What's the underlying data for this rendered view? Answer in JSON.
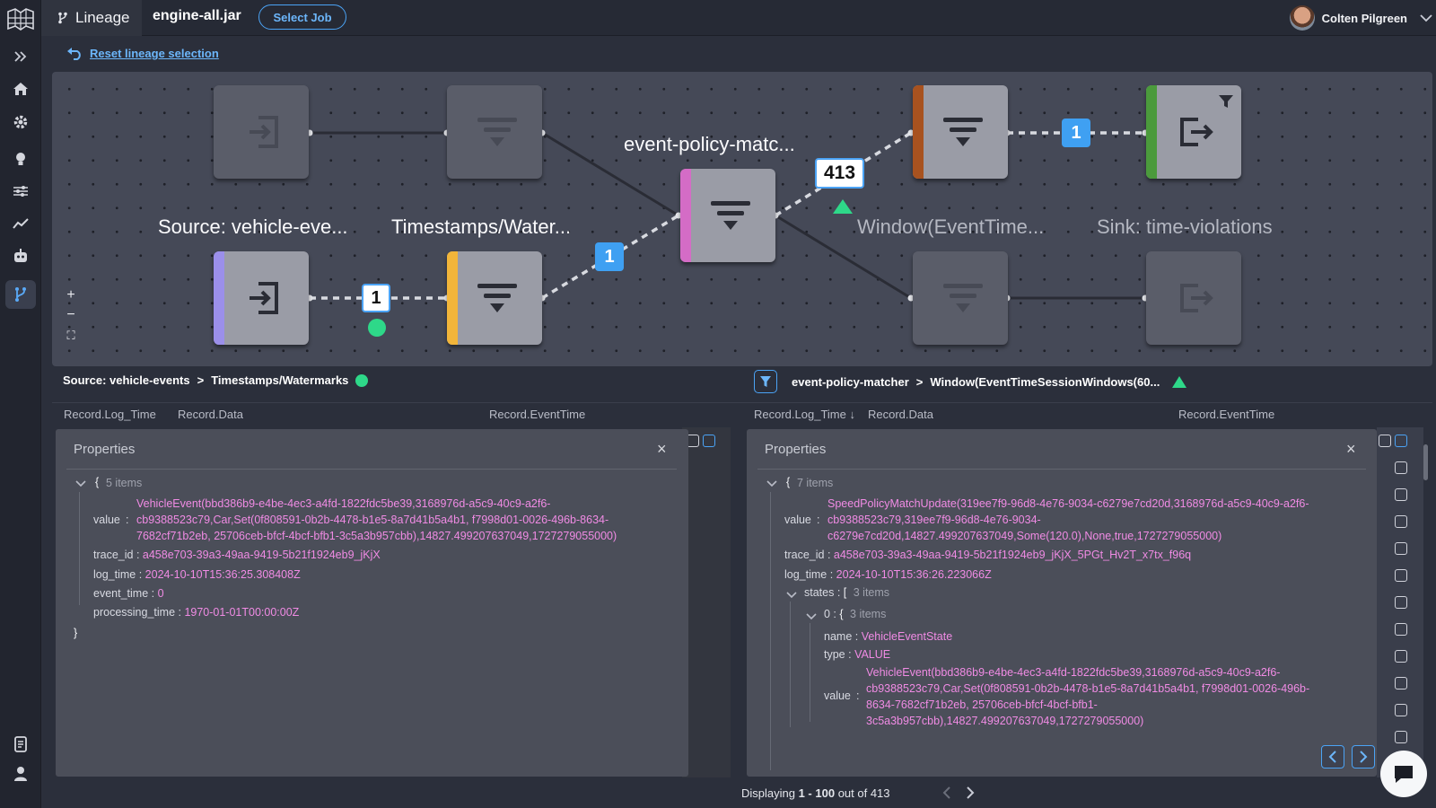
{
  "header": {
    "section_label": "Lineage",
    "job_name": "engine-all.jar",
    "select_job_label": "Select Job",
    "user_name": "Colten Pilgreen"
  },
  "toolbar": {
    "reset_label": "Reset lineage selection"
  },
  "graph": {
    "nodes": {
      "source": {
        "label": "Source: vehicle-eve...",
        "stripe": "#9b8fea"
      },
      "timestamps": {
        "label": "Timestamps/Water...",
        "stripe": "#f2b53a"
      },
      "policy": {
        "label": "event-policy-matc...",
        "stripe": "#d46cc6"
      },
      "window": {
        "label": "Window(EventTime...",
        "stripe": "#a8521f"
      },
      "sink": {
        "label": "Sink: time-violations",
        "stripe": "#4b9a3c"
      }
    },
    "badges": {
      "b1": "1",
      "b2": "1",
      "b3": "413",
      "b4": "1"
    },
    "zoom": {
      "in": "+",
      "out": "−",
      "fit": "⛶"
    }
  },
  "left_pane": {
    "path_from": "Source: vehicle-events",
    "path_sep": ">",
    "path_to": "Timestamps/Watermarks",
    "columns": [
      "Record.Log_Time",
      "Record.Data",
      "Record.EventTime"
    ],
    "properties": {
      "title": "Properties",
      "close": "×",
      "open_brace": "{",
      "close_brace": "}",
      "count": "5 items",
      "value_key": "value",
      "value_lines": [
        "VehicleEvent(bbd386b9-e4be-4ec3-a4fd-1822fdc5be39,3168976d-a5c9-40c9-a2f6-",
        "cb9388523c79,Car,Set(0f808591-0b2b-4478-b1e5-8a7d41b5a4b1, f7998d01-0026-496b-8634-",
        "7682cf71b2eb, 25706ceb-bfcf-4bcf-bfb1-3c5a3b957cbb),14827.499207637049,1727279055000)"
      ],
      "fields": [
        {
          "key": "trace_id",
          "value": "a458e703-39a3-49aa-9419-5b21f1924eb9_jKjX"
        },
        {
          "key": "log_time",
          "value": "2024-10-10T15:36:25.308408Z"
        },
        {
          "key": "event_time",
          "value": "0"
        },
        {
          "key": "processing_time",
          "value": "1970-01-01T00:00:00Z"
        }
      ]
    }
  },
  "right_pane": {
    "path_from": "event-policy-matcher",
    "path_sep": ">",
    "path_to": "Window(EventTimeSessionWindows(60...",
    "columns": [
      "Record.Log_Time ↓",
      "Record.Data",
      "Record.EventTime"
    ],
    "properties": {
      "title": "Properties",
      "close": "×",
      "open_brace": "{",
      "count": "7 items",
      "value_key": "value",
      "value_lines": [
        "SpeedPolicyMatchUpdate(319ee7f9-96d8-4e76-9034-c6279e7cd20d,3168976d-a5c9-40c9-a2f6-",
        "cb9388523c79,319ee7f9-96d8-4e76-9034-",
        "c6279e7cd20d,14827.499207637049,Some(120.0),None,true,1727279055000)"
      ],
      "trace_key": "trace_id",
      "trace_value": "a458e703-39a3-49aa-9419-5b21f1924eb9_jKjX_5PGt_Hv2T_x7tx_f96q",
      "log_key": "log_time",
      "log_value": "2024-10-10T15:36:26.223066Z",
      "states_key": "states",
      "states_bracket": "[",
      "states_count": "3 items",
      "item0_key": "0",
      "item0_brace": "{",
      "item0_count": "3 items",
      "name_key": "name",
      "name_value": "VehicleEventState",
      "type_key": "type",
      "type_value": "VALUE",
      "inner_value_key": "value",
      "inner_value_lines": [
        "VehicleEvent(bbd386b9-e4be-4ec3-a4fd-1822fdc5be39,3168976d-a5c9-40c9-a2f6-",
        "cb9388523c79,Car,Set(0f808591-0b2b-4478-b1e5-8a7d41b5a4b1, f7998d01-0026-496b-",
        "8634-7682cf71b2eb, 25706ceb-bfcf-4bcf-bfb1-",
        "3c5a3b957cbb),14827.499207637049,1727279055000)"
      ]
    },
    "pager": {
      "prefix": "Displaying ",
      "range": "1 - 100",
      "suffix": " out of 413"
    }
  },
  "colors": {
    "accent": "#4ba3f5",
    "value_text": "#f08be4",
    "status_green": "#2ed889"
  }
}
